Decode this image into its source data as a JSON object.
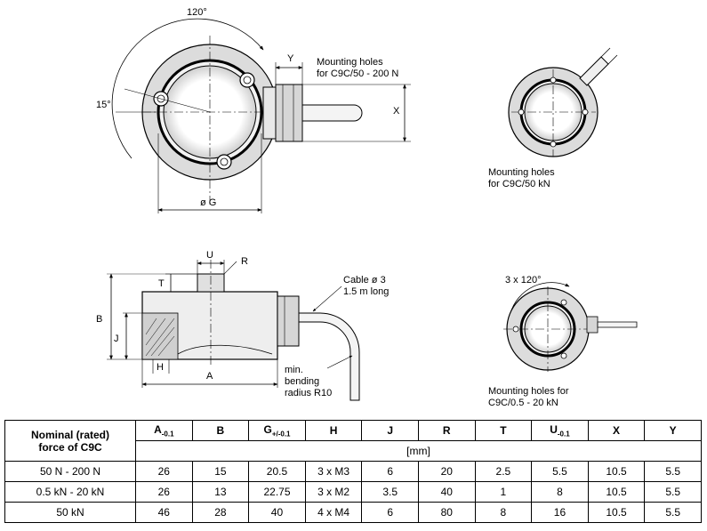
{
  "views": {
    "top_main": {
      "angle_label": "120°",
      "tilt_label": "15°",
      "diameter_label": "ø G",
      "y_label": "Y",
      "x_label": "X",
      "note_line1": "Mounting holes",
      "note_line2": "for C9C/50 - 200 N"
    },
    "top_right_50kn": {
      "note_line1": "Mounting holes",
      "note_line2": "for C9C/50 kN"
    },
    "side": {
      "u_label": "U",
      "r_label": "R",
      "t_label": "T",
      "b_label": "B",
      "j_label": "J",
      "h_label": "H",
      "a_label": "A",
      "cable_line1": "Cable ø 3",
      "cable_line2": "1.5 m long",
      "bend_line1": "min.",
      "bend_line2": "bending",
      "bend_line3": "radius R10"
    },
    "top_right_small": {
      "angle_label": "3 x 120°",
      "note_line1": "Mounting holes for",
      "note_line2": "C9C/0.5 - 20 kN"
    }
  },
  "table": {
    "header_first_line1": "Nominal (rated)",
    "header_first_line2": "force of C9C",
    "columns": [
      {
        "main": "A",
        "sub": "-0.1"
      },
      {
        "main": "B",
        "sub": ""
      },
      {
        "main": "G",
        "sub": "+/-0.1"
      },
      {
        "main": "H",
        "sub": ""
      },
      {
        "main": "J",
        "sub": ""
      },
      {
        "main": "R",
        "sub": ""
      },
      {
        "main": "T",
        "sub": ""
      },
      {
        "main": "U",
        "sub": "-0.1"
      },
      {
        "main": "X",
        "sub": ""
      },
      {
        "main": "Y",
        "sub": ""
      }
    ],
    "units": "[mm]",
    "rows": [
      {
        "force": "50 N - 200 N",
        "values": [
          "26",
          "15",
          "20.5",
          "3 x M3",
          "6",
          "20",
          "2.5",
          "5.5",
          "10.5",
          "5.5"
        ]
      },
      {
        "force": "0.5 kN - 20 kN",
        "values": [
          "26",
          "13",
          "22.75",
          "3 x M2",
          "3.5",
          "40",
          "1",
          "8",
          "10.5",
          "5.5"
        ]
      },
      {
        "force": "50 kN",
        "values": [
          "46",
          "28",
          "40",
          "4 x M4",
          "6",
          "80",
          "8",
          "16",
          "10.5",
          "5.5"
        ]
      }
    ]
  }
}
